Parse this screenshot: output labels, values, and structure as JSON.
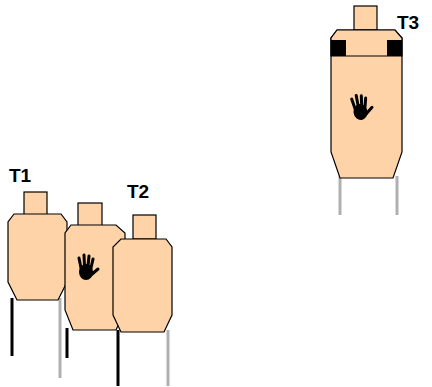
{
  "diagram": {
    "labels": [
      "T1",
      "T2",
      "T3"
    ]
  }
}
